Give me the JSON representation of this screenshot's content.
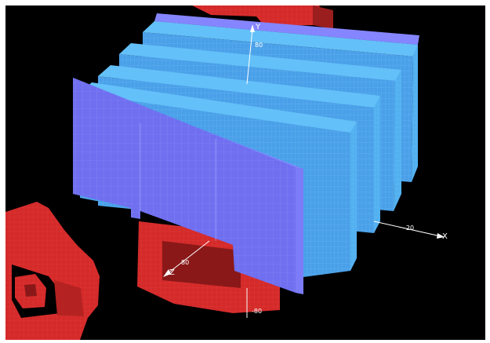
{
  "viewport": {
    "background": "#000000",
    "frame_color": "#ffffff"
  },
  "colors": {
    "plate_face": "#6f6ff0",
    "plate_edge": "#8585ff",
    "plate_grid": "#9c9cff",
    "block_face": "#4aa0e8",
    "block_side": "#52b0f0",
    "block_top": "#64c0f8",
    "block_grid": "#7ec8ff",
    "coil": "#d42a2a",
    "coil_dark": "#8a1818",
    "coil_grid": "#ff5a5a",
    "axis": "#ffffff"
  },
  "axes": {
    "x": {
      "name": "X",
      "tick_label": "-20"
    },
    "y": {
      "name": "Y",
      "tick_label": "80"
    },
    "z": {
      "name": "Z",
      "tick_label": "80"
    },
    "y_bottom_label": "-80"
  }
}
